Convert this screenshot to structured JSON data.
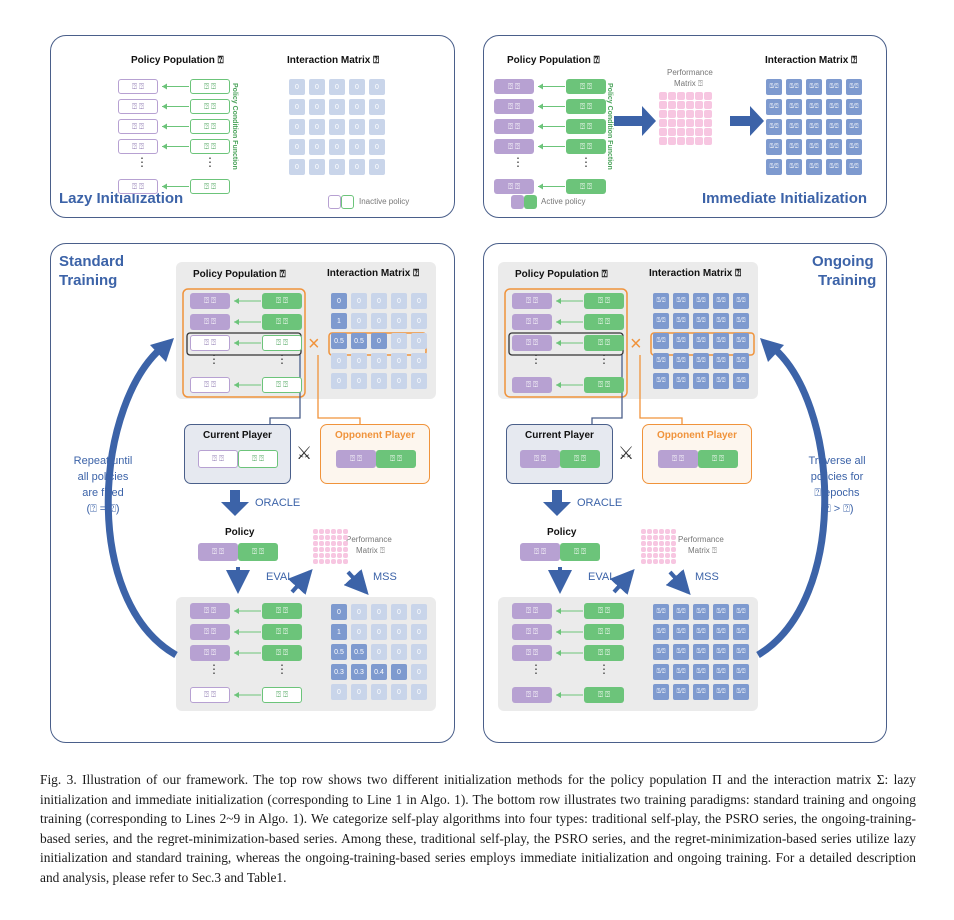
{
  "panels": {
    "lazy_init": {
      "title": "Lazy Initialization"
    },
    "immediate_init": {
      "title": "Immediate Initialization"
    },
    "standard_training": {
      "title_line1": "Standard",
      "title_line2": "Training"
    },
    "ongoing_training": {
      "title_line1": "Ongoing",
      "title_line2": "Training"
    }
  },
  "labels": {
    "policy_population": "Policy Population ⍰",
    "interaction_matrix": "Interaction Matrix ⍰",
    "policy_condition_function": "Policy Condition Function",
    "performance_matrix_line1": "Performance",
    "performance_matrix_line2": "Matrix ⍰",
    "eval": "EVAL",
    "mss": "MSS",
    "oracle": "ORACLE",
    "policy": "Policy",
    "current_player": "Current Player",
    "opponent_player": "Opponent Player",
    "inactive_policy": "Inactive policy",
    "active_policy": "Active policy",
    "glyph": "⍰ ⍰",
    "glyph_sub": "⍰ ⍰",
    "ellipsis": "⋮",
    "cross": "×",
    "frac": "⍰/⍰",
    "swords": "⚔"
  },
  "side_text": {
    "left": [
      "Repeat until",
      "all policies",
      "are filled",
      "(⍰ = ⍰)"
    ],
    "right": [
      "Traverse all",
      "policies for",
      "⍰ epochs",
      "(⍰ > ⍰)"
    ]
  },
  "matrices": {
    "lazy": [
      [
        "0",
        "0",
        "0",
        "0",
        "0"
      ],
      [
        "0",
        "0",
        "0",
        "0",
        "0"
      ],
      [
        "0",
        "0",
        "0",
        "0",
        "0"
      ],
      [
        "0",
        "0",
        "0",
        "0",
        "0"
      ],
      [
        "0",
        "0",
        "0",
        "0",
        "0"
      ]
    ],
    "std_top": [
      [
        "0",
        "0",
        "0",
        "0",
        "0"
      ],
      [
        "1",
        "0",
        "0",
        "0",
        "0"
      ],
      [
        "0.5",
        "0.5",
        "0",
        "0",
        "0"
      ],
      [
        "0",
        "0",
        "0",
        "0",
        "0"
      ],
      [
        "0",
        "0",
        "0",
        "0",
        "0"
      ]
    ],
    "std_bottom": [
      [
        "0",
        "0",
        "0",
        "0",
        "0"
      ],
      [
        "1",
        "0",
        "0",
        "0",
        "0"
      ],
      [
        "0.5",
        "0.5",
        "0",
        "0",
        "0"
      ],
      [
        "0.3",
        "0.3",
        "0.4",
        "0",
        "0"
      ],
      [
        "0",
        "0",
        "0",
        "0",
        "0"
      ]
    ]
  },
  "caption": "Fig. 3.  Illustration of our framework. The top row shows two different initialization methods for the policy population Π and the interaction matrix Σ: lazy initialization and immediate initialization (corresponding to Line 1 in Algo. 1). The bottom row illustrates two training paradigms: standard training and ongoing training (corresponding to Lines 2~9 in Algo. 1). We categorize self-play algorithms into four types: traditional self-play, the PSRO series, the ongoing-training-based series, and the regret-minimization-based series. Among these, traditional self-play, the PSRO series, and the regret-minimization-based series utilize lazy initialization and standard training, whereas the ongoing-training-based series employs immediate initialization and ongoing training. For a detailed description and analysis, please refer to Sec.3 and Table1.",
  "colors": {
    "blue_title": "#3c63a8",
    "cell_blue": "#7e9acf",
    "cell_light": "#c9d5ea",
    "purple": "#b7a1d2",
    "green": "#6cc47a",
    "orange": "#f0933b",
    "pink": "#f7c6e1"
  }
}
